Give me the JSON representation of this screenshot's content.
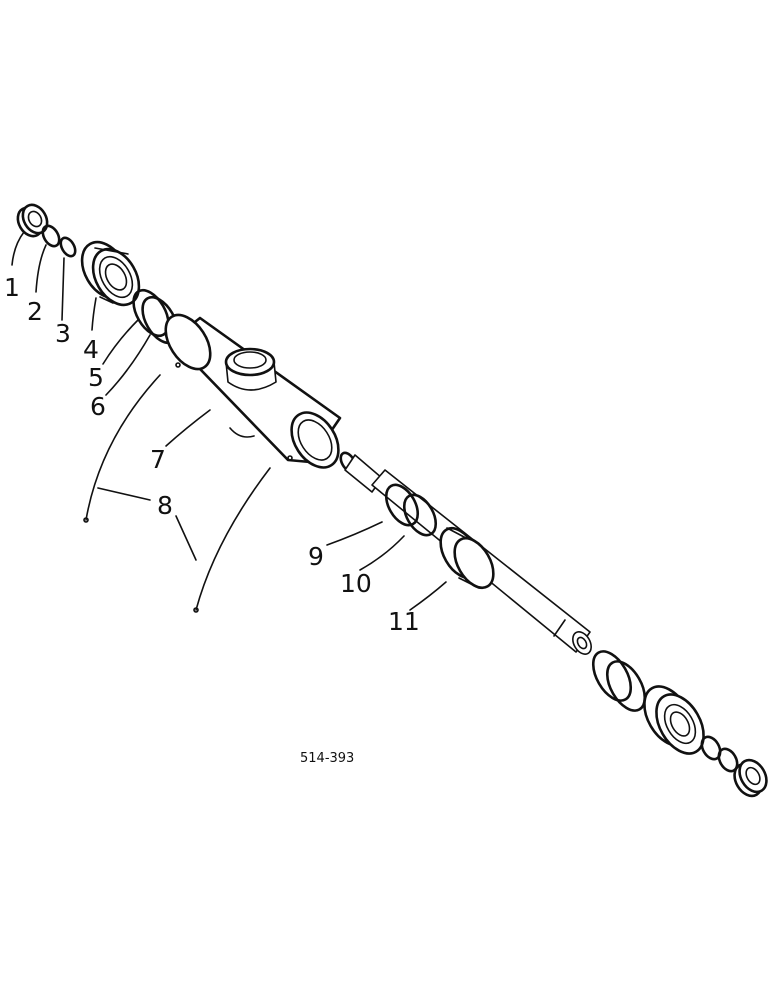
{
  "diagram": {
    "reference_code": "514-393",
    "callouts": [
      "1",
      "2",
      "3",
      "4",
      "5",
      "6",
      "7",
      "8",
      "9",
      "10",
      "11"
    ],
    "colors": {
      "ink": "#111111",
      "paper": "#ffffff"
    }
  }
}
